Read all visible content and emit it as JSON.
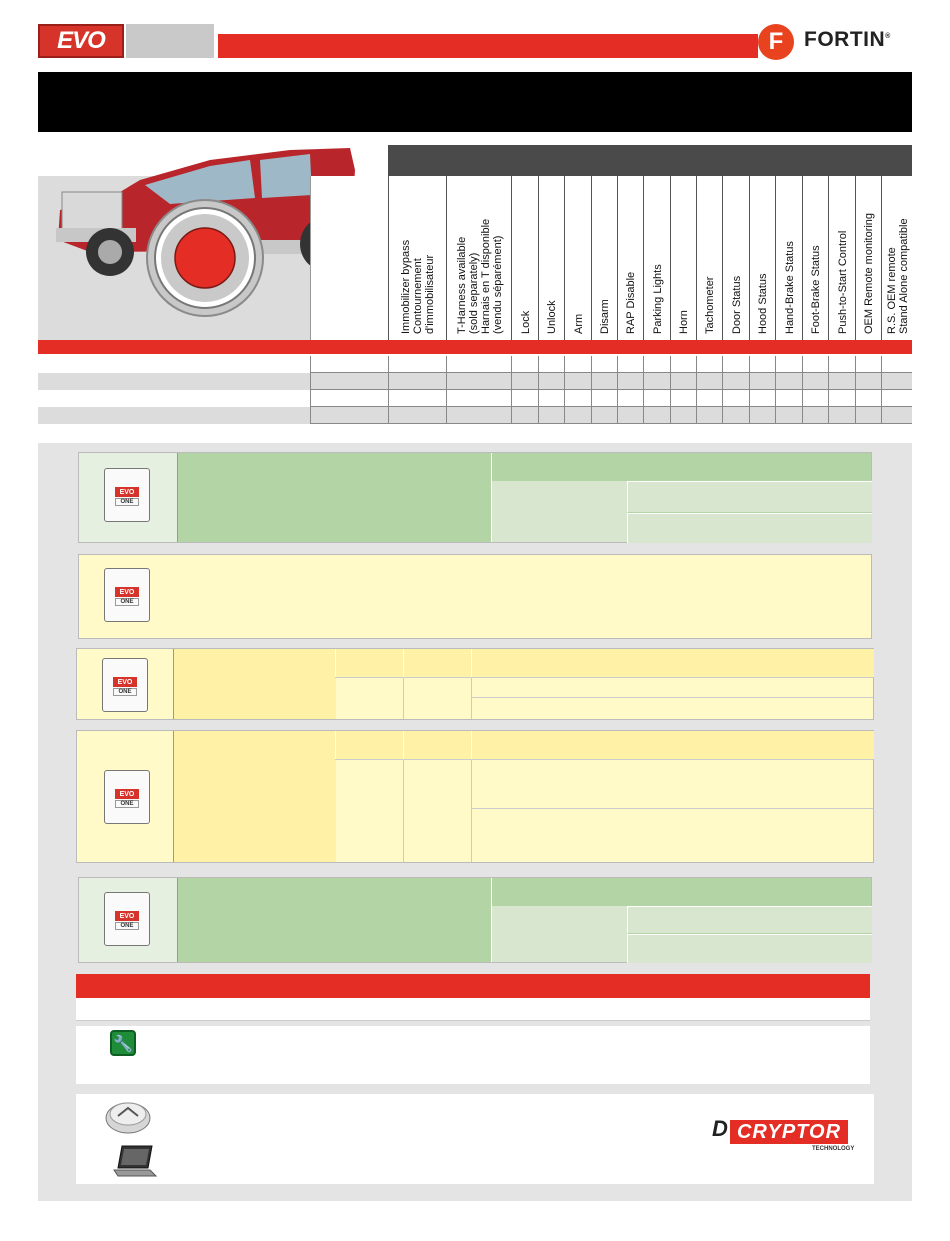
{
  "header": {
    "evo_logo": "EVO",
    "fortin_mark": "F",
    "fortin_brand": "FORTIN",
    "registered": "®"
  },
  "columns": [
    "Immobilizer bypass\nContournement\nd'immobilisateur",
    "T-Harness available\n(sold separately)\nHarnais en T disponible\n(vendu séparément)",
    "Lock",
    "Unlock",
    "Arm",
    "Disarm",
    "RAP Disable",
    "Parking Lights",
    "Horn",
    "Tachometer",
    "Door Status",
    "Hood Status",
    "Hand-Brake Status",
    "Foot-Brake Status",
    "Push-to-Start Control",
    "OEM Remote monitoring",
    "R.S. OEM remote\nStand Alone compatible"
  ],
  "module_labels": {
    "evo": "EVO",
    "one": "ONE"
  },
  "dcryptor": {
    "d": "D",
    "name": "CRYPTOR",
    "sub": "TECHNOLOGY"
  },
  "colors": {
    "brand_red": "#e32d25",
    "green": "#b3d5a6",
    "light_green": "#d8e6cf",
    "yellow": "#fff7bf",
    "dark_yellow": "#fff2a6"
  }
}
